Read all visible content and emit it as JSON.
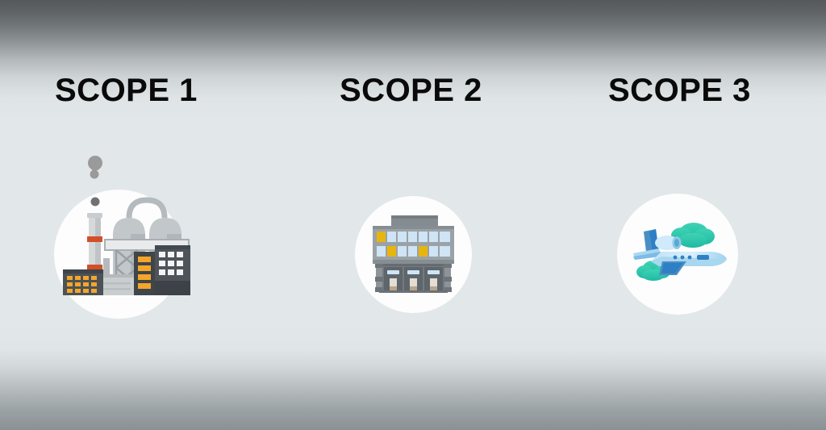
{
  "slide": {
    "background": {
      "top_color": "#55595b",
      "mid_color": "#e2e7e9",
      "bottom_color": "#8a9194"
    },
    "columns": [
      {
        "id": "scope-1",
        "heading": "SCOPE 1",
        "icon_name": "factory-icon",
        "icon_description": "Industrial factory with smokestack, storage tanks and smoke puffs",
        "circle_color": "#fdfdfd",
        "accent_colors": [
          "#f5a623",
          "#d94f2b",
          "#b9bdc0",
          "#585e63"
        ]
      },
      {
        "id": "scope-2",
        "heading": "SCOPE 2",
        "icon_name": "office-building-icon",
        "icon_description": "Two-storey office building with blue and yellow windows",
        "circle_color": "#fdfdfd",
        "accent_colors": [
          "#e8b50f",
          "#bdd9ef",
          "#8c9499",
          "#5f666b"
        ]
      },
      {
        "id": "scope-3",
        "heading": "SCOPE 3",
        "icon_name": "airplane-icon",
        "icon_description": "Light blue private jet flying with turquoise clouds",
        "circle_color": "#fdfdfd",
        "accent_colors": [
          "#2ec6ab",
          "#a9dcf5",
          "#2f7fc4",
          "#e8f6fd"
        ]
      }
    ]
  }
}
